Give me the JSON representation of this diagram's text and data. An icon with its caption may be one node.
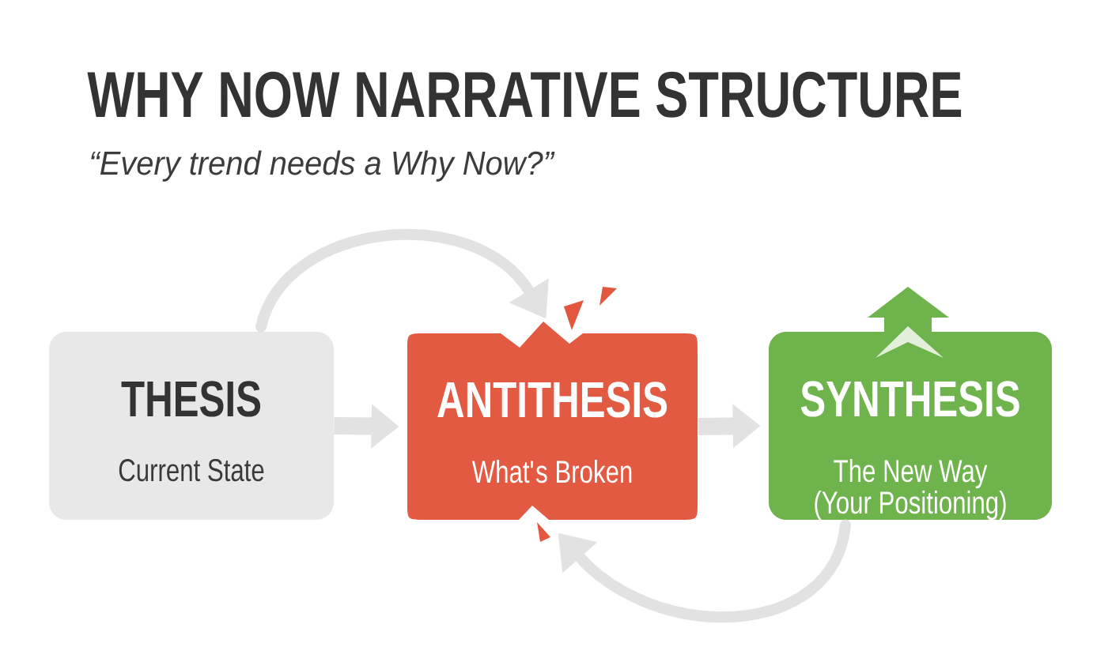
{
  "diagram": {
    "title": "WHY NOW NARRATIVE STRUCTURE",
    "nodes": [
      {
        "text": [
          "THESIS",
          "Current State"
        ]
      },
      {
        "text": [
          "ANTITHESIS",
          "What's Broken"
        ]
      },
      {
        "text": [
          "SYNTHESIS",
          "The New Way (Your Positioning)"
        ]
      }
    ],
    "edges": [
      {
        "from": 0,
        "to": 1,
        "arrow": "to"
      },
      {
        "from": 1,
        "to": 2,
        "arrow": "to"
      },
      {
        "from": 0,
        "to": 1,
        "arrow": "to"
      },
      {
        "from": 2,
        "to": 1,
        "arrow": "to"
      }
    ],
    "labels": [
      "“Every trend needs a Why Now?”"
    ]
  }
}
